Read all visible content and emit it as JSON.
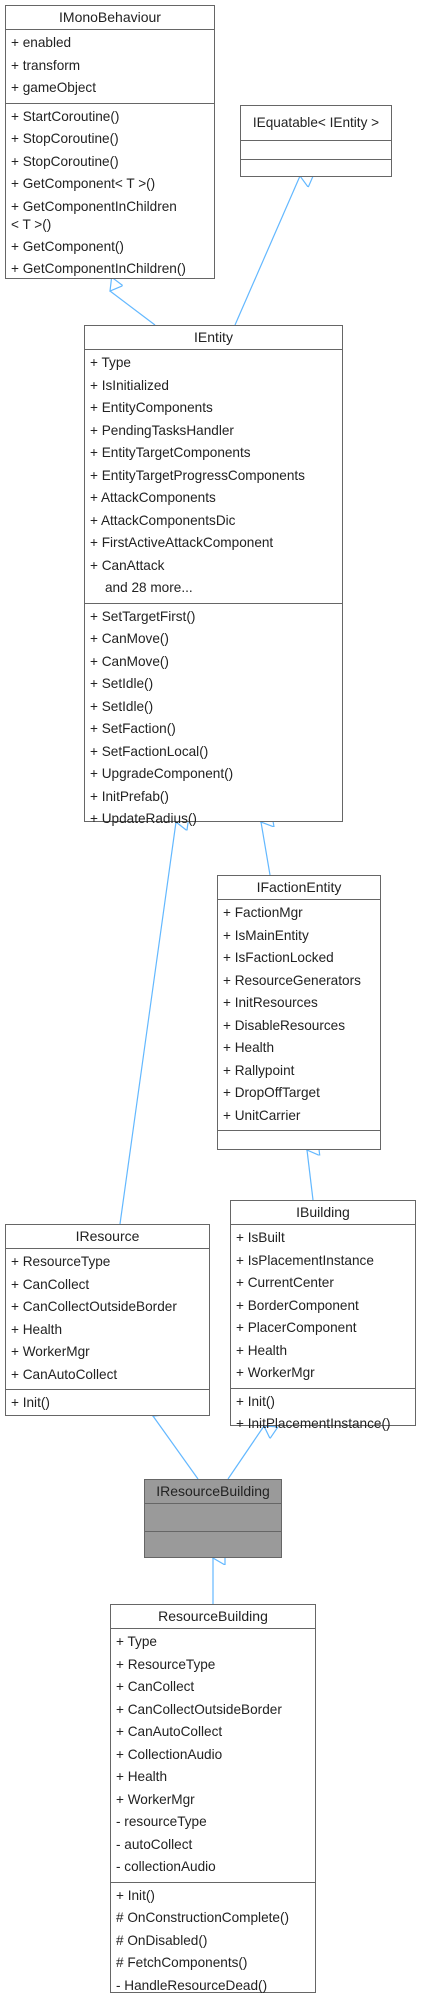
{
  "colors": {
    "edge": "#63b8ff",
    "border": "#666666",
    "highlight": "#9a9a9a"
  },
  "classes": {
    "imono": {
      "title": "IMonoBehaviour",
      "attributes": [
        "+ enabled",
        "+ transform",
        "+ gameObject"
      ],
      "methods": [
        "+ StartCoroutine()",
        "+ StopCoroutine()",
        "+ StopCoroutine()",
        "+ GetComponent< T >()",
        "+ GetComponentInChildren < T >()",
        "+ GetComponent()",
        "+ GetComponentInChildren()"
      ]
    },
    "iequatable": {
      "title": "IEquatable< IEntity >"
    },
    "ientity": {
      "title": "IEntity",
      "attributes": [
        "+ Type",
        "+ IsInitialized",
        "+ EntityComponents",
        "+ PendingTasksHandler",
        "+ EntityTargetComponents",
        "+ EntityTargetProgressComponents",
        "+ AttackComponents",
        "+ AttackComponentsDic",
        "+ FirstActiveAttackComponent",
        "+ CanAttack"
      ],
      "more": "and 28 more...",
      "methods": [
        "+ SetTargetFirst()",
        "+ CanMove()",
        "+ CanMove()",
        "+ SetIdle()",
        "+ SetIdle()",
        "+ SetFaction()",
        "+ SetFactionLocal()",
        "+ UpgradeComponent()",
        "+ InitPrefab()",
        "+ UpdateRadius()"
      ]
    },
    "ifaction": {
      "title": "IFactionEntity",
      "attributes": [
        "+ FactionMgr",
        "+ IsMainEntity",
        "+ IsFactionLocked",
        "+ ResourceGenerators",
        "+ InitResources",
        "+ DisableResources",
        "+ Health",
        "+ Rallypoint",
        "+ DropOffTarget",
        "+ UnitCarrier"
      ]
    },
    "iresource": {
      "title": "IResource",
      "attributes": [
        "+ ResourceType",
        "+ CanCollect",
        "+ CanCollectOutsideBorder",
        "+ Health",
        "+ WorkerMgr",
        "+ CanAutoCollect"
      ],
      "methods": [
        "+ Init()"
      ]
    },
    "ibuilding": {
      "title": "IBuilding",
      "attributes": [
        "+ IsBuilt",
        "+ IsPlacementInstance",
        "+ CurrentCenter",
        "+ BorderComponent",
        "+ PlacerComponent",
        "+ Health",
        "+ WorkerMgr"
      ],
      "methods": [
        "+ Init()",
        "+ InitPlacementInstance()"
      ]
    },
    "iresbuilding": {
      "title": "IResourceBuilding"
    },
    "resbuilding": {
      "title": "ResourceBuilding",
      "attributes": [
        "+ Type",
        "+ ResourceType",
        "+ CanCollect",
        "+ CanCollectOutsideBorder",
        "+ CanAutoCollect",
        "+ CollectionAudio",
        "+ Health",
        "+ WorkerMgr",
        "- resourceType",
        "- autoCollect",
        "- collectionAudio"
      ],
      "methods": [
        "+ Init()",
        "# OnConstructionComplete()",
        "# OnDisabled()",
        "# FetchComponents()",
        "- HandleResourceDead()"
      ]
    }
  }
}
